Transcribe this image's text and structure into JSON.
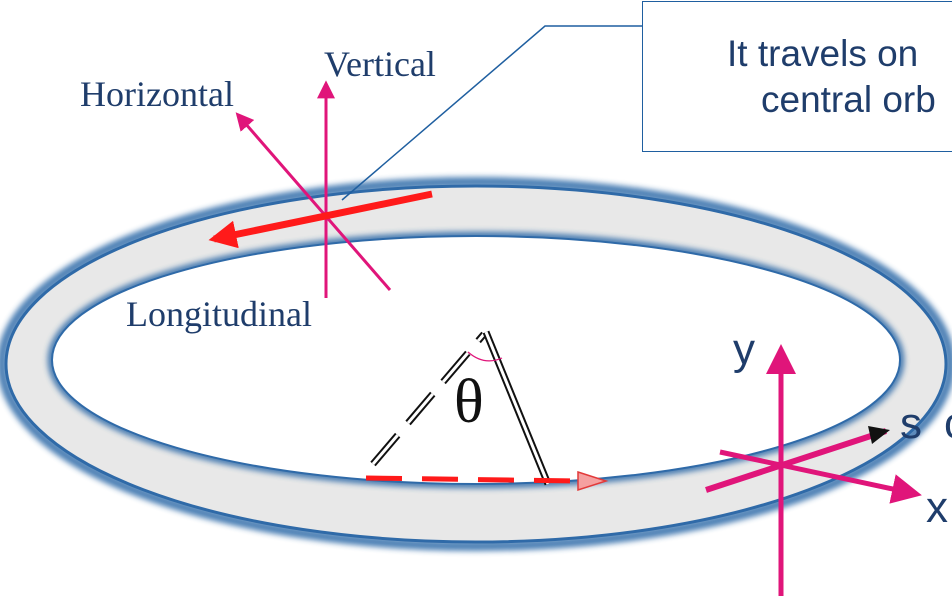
{
  "labels": {
    "vertical": "Vertical",
    "horizontal": "Horizontal",
    "longitudinal": "Longitudinal",
    "theta": "θ",
    "y_axis": "y",
    "s_axis": "s",
    "x_axis": "x",
    "s_partial": "c"
  },
  "callout": {
    "line1": "It travels on",
    "line2": "central orb"
  },
  "colors": {
    "ring_fill": "#e8e8e8",
    "ring_edge": "#2f6aa8",
    "arrow_red": "#ff1a1a",
    "axis_magenta": "#e0157a",
    "label_navy": "#1f3d6b",
    "callout_border": "#1f5fa0"
  }
}
